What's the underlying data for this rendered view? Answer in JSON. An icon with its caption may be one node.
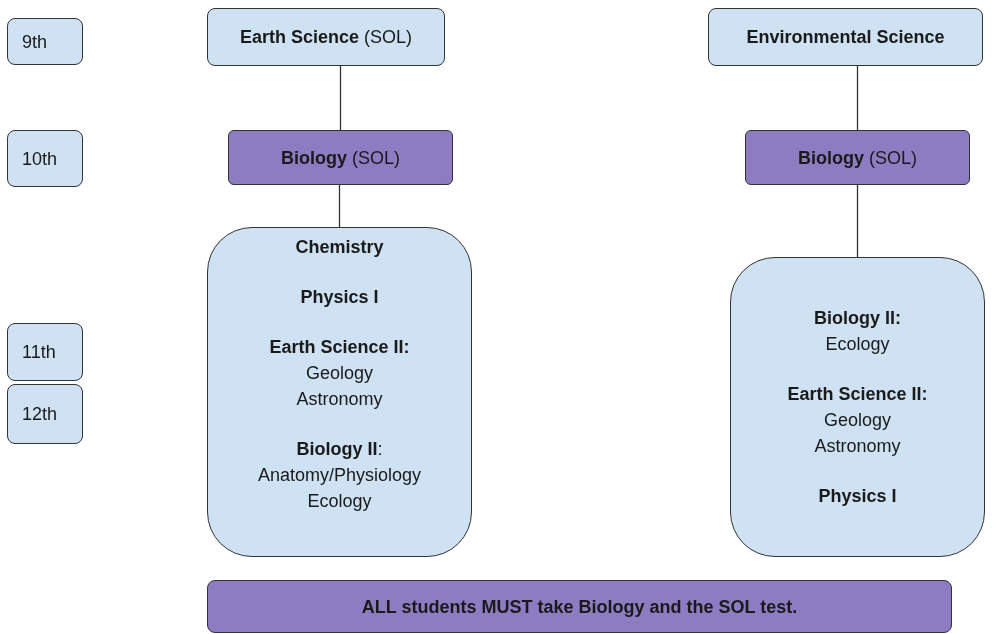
{
  "diagram": {
    "nodes": [
      {
        "text": [
          "9th"
        ]
      },
      {
        "text": [
          "10th"
        ]
      },
      {
        "text": [
          "11th"
        ]
      },
      {
        "text": [
          "12th"
        ]
      },
      {
        "text": [
          "**Earth Science** (SOL)"
        ]
      },
      {
        "text": [
          "Environmental Science"
        ]
      },
      {
        "text": [
          "**Biology** (SOL)"
        ]
      },
      {
        "text": [
          "**Biology** (SOL)"
        ]
      },
      {
        "text": [
          "Chemistry",
          "Physics I",
          "Earth Science II:",
          "Geology",
          "Astronomy",
          "**Biology II**:",
          "Anatomy/Physiology",
          "Ecology"
        ]
      },
      {
        "text": [
          "Biology II:",
          "Ecology",
          "Earth Science II:",
          "Geology",
          "Astronomy",
          "Physics I"
        ]
      },
      {
        "text": [
          "ALL students MUST take Biology and the SOL test."
        ]
      }
    ],
    "edges": [
      {
        "from": 4,
        "to": 6,
        "arrow": "none"
      },
      {
        "from": 6,
        "to": 8,
        "arrow": "none"
      },
      {
        "from": 5,
        "to": 7,
        "arrow": "none"
      },
      {
        "from": 7,
        "to": 9,
        "arrow": "none"
      }
    ]
  }
}
